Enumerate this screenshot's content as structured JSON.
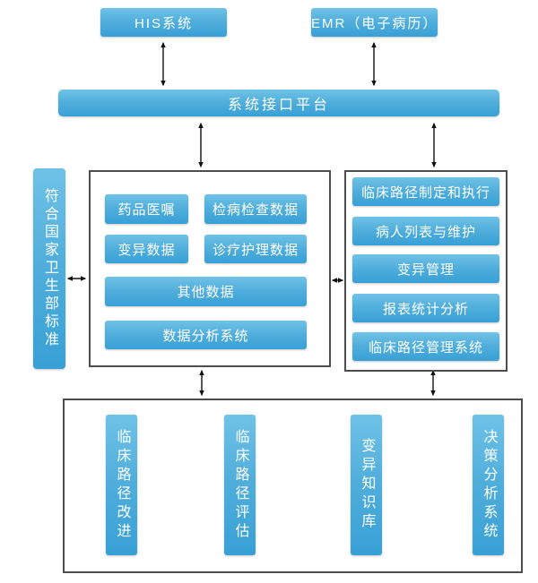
{
  "nodes": {
    "his": "HIS系统",
    "emr": "EMR（电子病历）",
    "platform": "系统接口平台",
    "standard": "符合国家卫生部标准"
  },
  "data_group": [
    "药品医嘱",
    "检病检查数据",
    "变异数据",
    "诊疗护理数据",
    "其他数据",
    "数据分析系统"
  ],
  "pathway_group": [
    "临床路径制定和执行",
    "病人列表与维护",
    "变异管理",
    "报表统计分析",
    "临床路径管理系统"
  ],
  "bottom_group": [
    "临床路径改进",
    "临床路径评估",
    "变异知识库",
    "决策分析系统"
  ],
  "connections": [
    {
      "from": "HIS系统",
      "to": "系统接口平台",
      "type": "bidirectional"
    },
    {
      "from": "EMR（电子病历）",
      "to": "系统接口平台",
      "type": "bidirectional"
    },
    {
      "from": "系统接口平台",
      "to": "数据组",
      "type": "bidirectional"
    },
    {
      "from": "系统接口平台",
      "to": "临床路径组",
      "type": "bidirectional"
    },
    {
      "from": "符合国家卫生部标准",
      "to": "数据组",
      "type": "bidirectional"
    },
    {
      "from": "数据组",
      "to": "临床路径组",
      "type": "bidirectional"
    },
    {
      "from": "数据组",
      "to": "底部系统组",
      "type": "bidirectional"
    },
    {
      "from": "临床路径组",
      "to": "底部系统组",
      "type": "bidirectional"
    }
  ],
  "colors": {
    "box_gradient_top": "#6fc2e7",
    "box_gradient_bottom": "#38a0d6",
    "container_border": "#4d4d4d",
    "arrow": "#111111",
    "text": "#ffffff",
    "background": "#ffffff"
  }
}
